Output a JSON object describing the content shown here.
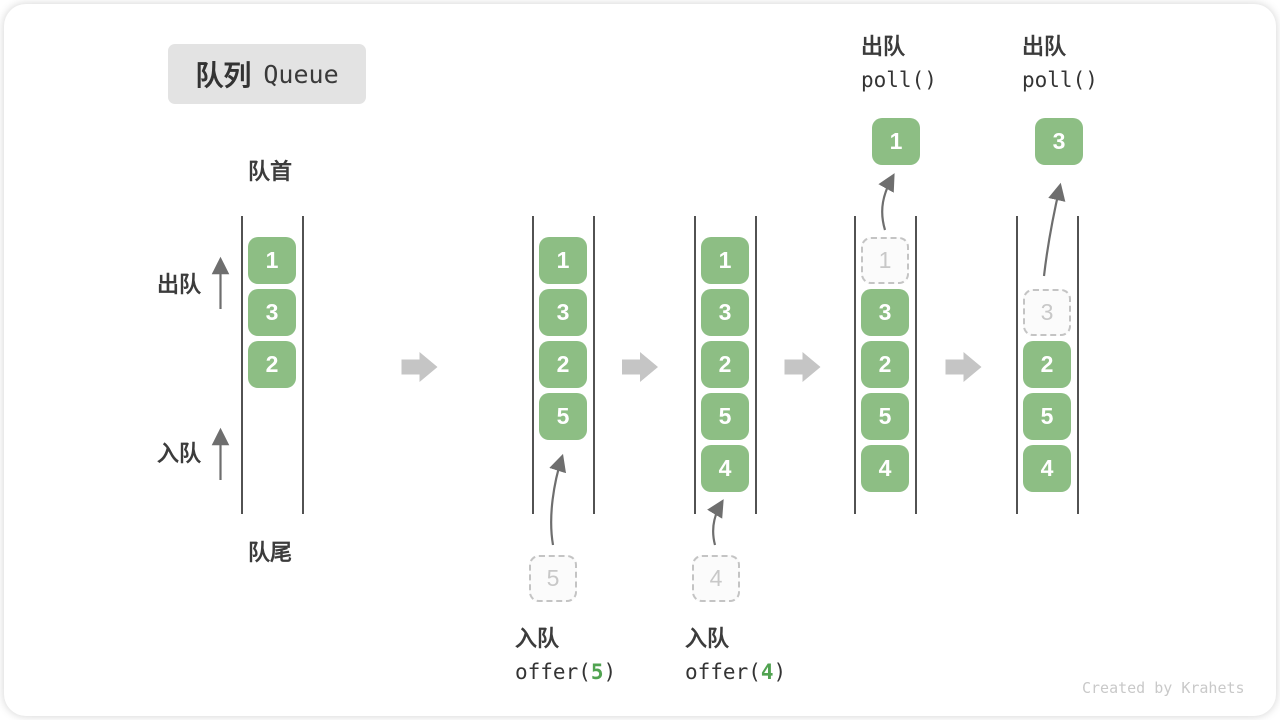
{
  "title": {
    "zh": "队列",
    "en": "Queue"
  },
  "labels": {
    "front": "队首",
    "rear": "队尾",
    "dequeue_side": "出队",
    "enqueue_side": "入队"
  },
  "watermark": "Created by Krahets",
  "colors": {
    "box_green": "#8DBE84",
    "code_green": "#51A351",
    "badge_bg": "#E3E3E3",
    "block_arrow_gray": "#C5C5C5",
    "thin_arrow_gray": "#6E6E6E"
  },
  "actions": {
    "enqueue5": {
      "label": "入队",
      "code_pre": "offer(",
      "code_arg": "5",
      "code_post": ")"
    },
    "enqueue4": {
      "label": "入队",
      "code_pre": "offer(",
      "code_arg": "4",
      "code_post": ")"
    },
    "poll1": {
      "label": "出队",
      "code": "poll()"
    },
    "poll2": {
      "label": "出队",
      "code": "poll()"
    }
  },
  "states": [
    {
      "slots": [
        {
          "v": "1"
        },
        {
          "v": "3"
        },
        {
          "v": "2"
        }
      ]
    },
    {
      "slots": [
        {
          "v": "1"
        },
        {
          "v": "3"
        },
        {
          "v": "2"
        },
        {
          "v": "5"
        }
      ],
      "incoming": "5"
    },
    {
      "slots": [
        {
          "v": "1"
        },
        {
          "v": "3"
        },
        {
          "v": "2"
        },
        {
          "v": "5"
        },
        {
          "v": "4"
        }
      ],
      "incoming": "4"
    },
    {
      "slots": [
        {
          "v": "1",
          "ghost": true
        },
        {
          "v": "3"
        },
        {
          "v": "2"
        },
        {
          "v": "5"
        },
        {
          "v": "4"
        }
      ],
      "outgoing": "1"
    },
    {
      "start_slot": 1,
      "slots": [
        {
          "v": "3",
          "ghost": true
        },
        {
          "v": "2"
        },
        {
          "v": "5"
        },
        {
          "v": "4"
        }
      ],
      "outgoing": "3"
    }
  ]
}
